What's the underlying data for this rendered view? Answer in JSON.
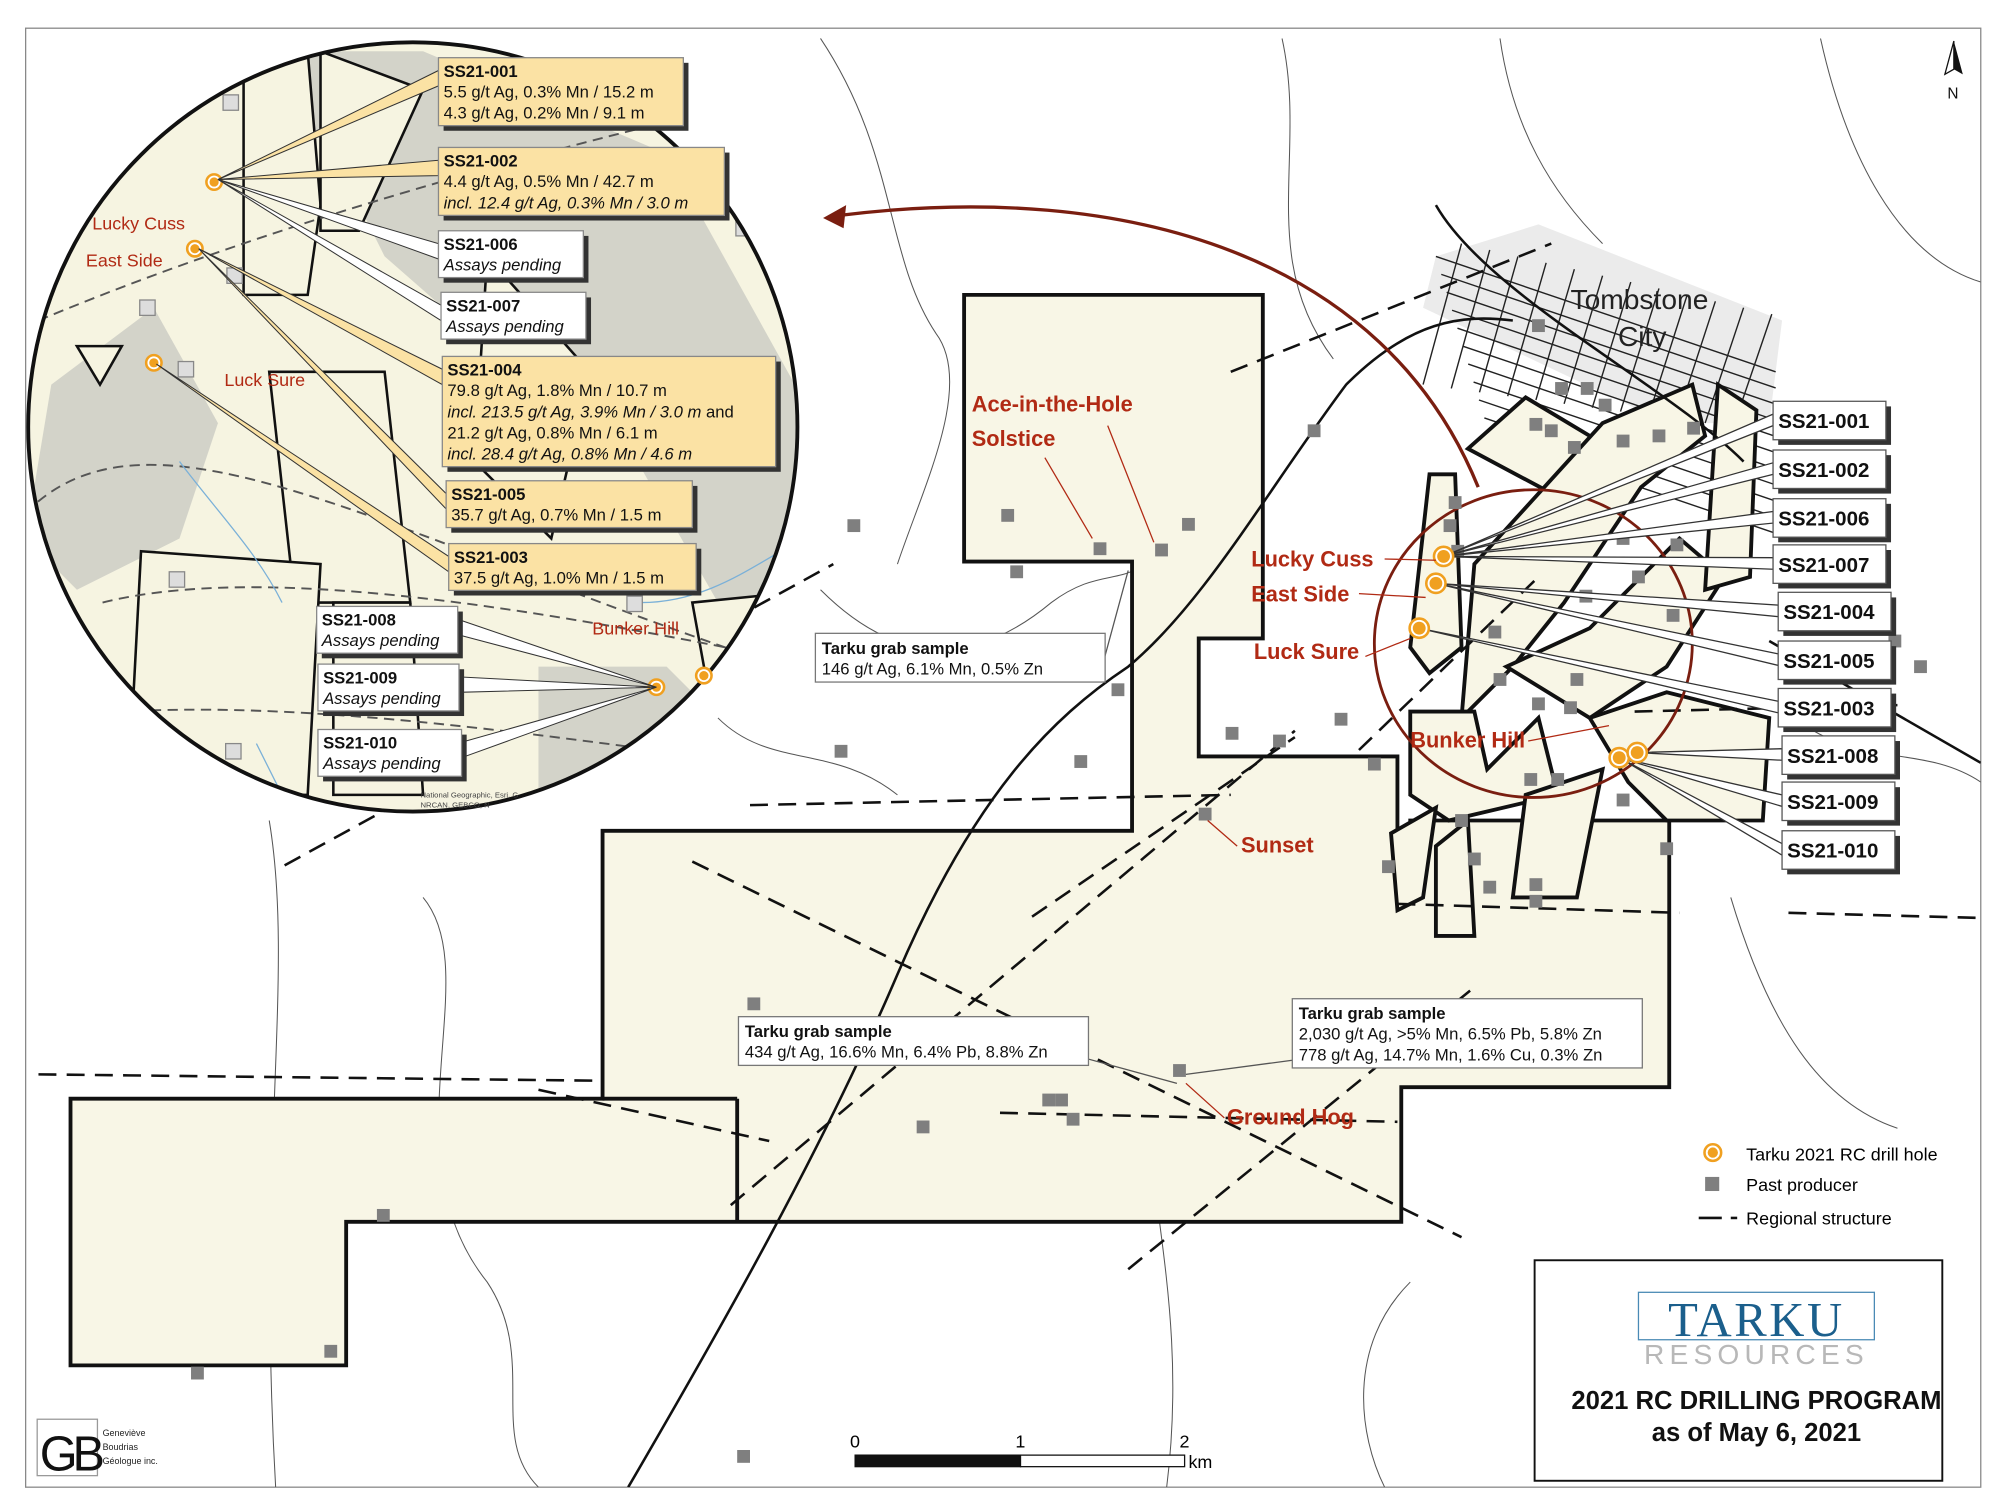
{
  "title_block": {
    "logo_name": "TARKU",
    "logo_sub": "RESOURCES",
    "line1": "2021 RC DRILLING PROGRAM",
    "line2": "as of May 6, 2021"
  },
  "legend": {
    "drill_hole": "Tarku 2021 RC drill hole",
    "past_producer": "Past producer",
    "regional_structure": "Regional structure"
  },
  "north_arrow": "N",
  "scale_bar": {
    "ticks": [
      "0",
      "1",
      "2"
    ],
    "unit": "km"
  },
  "town": {
    "line1": "Tombstone",
    "line2": "City"
  },
  "mines": {
    "ace": "Ace-in-the-Hole",
    "solstice": "Solstice",
    "lucky_cuss": "Lucky Cuss",
    "east_side": "East Side",
    "luck_sure": "Luck Sure",
    "bunker_hill": "Bunker Hill",
    "sunset": "Sunset",
    "ground_hog": "Ground Hog"
  },
  "grab_samples": [
    {
      "title": "Tarku grab sample",
      "lines": [
        "146 g/t Ag, 6.1% Mn, 0.5% Zn"
      ]
    },
    {
      "title": "Tarku grab sample",
      "lines": [
        "434 g/t Ag, 16.6% Mn, 6.4% Pb, 8.8% Zn"
      ]
    },
    {
      "title": "Tarku grab sample",
      "lines": [
        "2,030 g/t Ag, >5% Mn, 6.5% Pb, 5.8% Zn",
        "778 g/t Ag, 14.7% Mn, 1.6% Cu, 0.3% Zn"
      ]
    }
  ],
  "drill_labels": [
    "SS21-001",
    "SS21-002",
    "SS21-006",
    "SS21-007",
    "SS21-004",
    "SS21-005",
    "SS21-003",
    "SS21-008",
    "SS21-009",
    "SS21-010"
  ],
  "inset": {
    "labels": {
      "lucky_cuss": "Lucky Cuss",
      "east_side": "East Side",
      "luck_sure": "Luck Sure",
      "bunker_hill": "Bunker Hill"
    },
    "attribution": [
      "National Geographic, Esri, G",
      "NRCAN, GEBCO, N"
    ],
    "callouts": [
      {
        "id": "SS21-001",
        "status": "results",
        "lines": [
          {
            "t": "5.5 g/t Ag, 0.3% Mn / 15.2 m"
          },
          {
            "t": "4.3 g/t Ag, 0.2% Mn / 9.1 m"
          }
        ]
      },
      {
        "id": "SS21-002",
        "status": "results",
        "lines": [
          {
            "t": "4.4 g/t Ag, 0.5% Mn / 42.7 m"
          },
          {
            "t": "incl. 12.4 g/t Ag, 0.3% Mn / 3.0 m",
            "i": true
          }
        ]
      },
      {
        "id": "SS21-006",
        "status": "pending",
        "lines": [
          {
            "t": "Assays pending",
            "i": true
          }
        ]
      },
      {
        "id": "SS21-007",
        "status": "pending",
        "lines": [
          {
            "t": "Assays pending",
            "i": true
          }
        ]
      },
      {
        "id": "SS21-004",
        "status": "results",
        "lines": [
          {
            "t": "79.8 g/t Ag, 1.8% Mn / 10.7 m"
          },
          {
            "t": "incl. 213.5 g/t Ag, 3.9% Mn / 3.0 m",
            "i": true,
            "tail": " and"
          },
          {
            "t": "21.2 g/t Ag, 0.8% Mn / 6.1 m"
          },
          {
            "t": "incl. 28.4 g/t Ag, 0.8% Mn / 4.6 m",
            "i": true
          }
        ]
      },
      {
        "id": "SS21-005",
        "status": "results",
        "lines": [
          {
            "t": "35.7 g/t Ag, 0.7% Mn / 1.5 m"
          }
        ]
      },
      {
        "id": "SS21-003",
        "status": "results",
        "lines": [
          {
            "t": "37.5 g/t Ag, 1.0% Mn / 1.5 m"
          }
        ]
      },
      {
        "id": "SS21-008",
        "status": "pending",
        "lines": [
          {
            "t": "Assays pending",
            "i": true
          }
        ]
      },
      {
        "id": "SS21-009",
        "status": "pending",
        "lines": [
          {
            "t": "Assays pending",
            "i": true
          }
        ]
      },
      {
        "id": "SS21-010",
        "status": "pending",
        "lines": [
          {
            "t": "Assays pending",
            "i": true
          }
        ]
      }
    ]
  },
  "credit": {
    "initials": "GB",
    "lines": [
      "Geneviève",
      "Boudrias",
      "Géologue inc."
    ]
  },
  "colors": {
    "property_fill": "#f8f6e6",
    "mine_label": "#b12a14",
    "drill_hole": "#f0a020",
    "callout_results": "#fbe2a4",
    "past_producer": "#7f7f7f",
    "arrow": "#7a1e10",
    "logo_blue": "#1b5f8c",
    "logo_gray": "#b8b8b8"
  }
}
